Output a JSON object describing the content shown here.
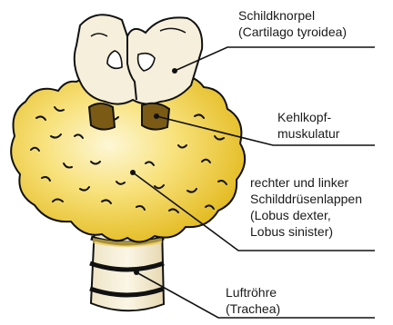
{
  "labels": {
    "cartilage": {
      "line1": "Schildknorpel",
      "line2": "(Cartilago tyroidea)"
    },
    "muscle": {
      "line1": "Kehlkopf-",
      "line2": "muskulatur"
    },
    "lobes": {
      "line1": "rechter und linker",
      "line2": "Schilddrüsenlappen",
      "line3": "(Lobus dexter,",
      "line4": "Lobus sinister)"
    },
    "trachea": {
      "line1": "Luftröhre",
      "line2": "(Trachea)"
    }
  },
  "colors": {
    "gland_light": "#fbf2c4",
    "gland_mid": "#f6d96a",
    "gland_dark": "#e0b820",
    "cartilage": "#f7f1df",
    "muscle": "#7a5a14",
    "outline": "#111111"
  }
}
